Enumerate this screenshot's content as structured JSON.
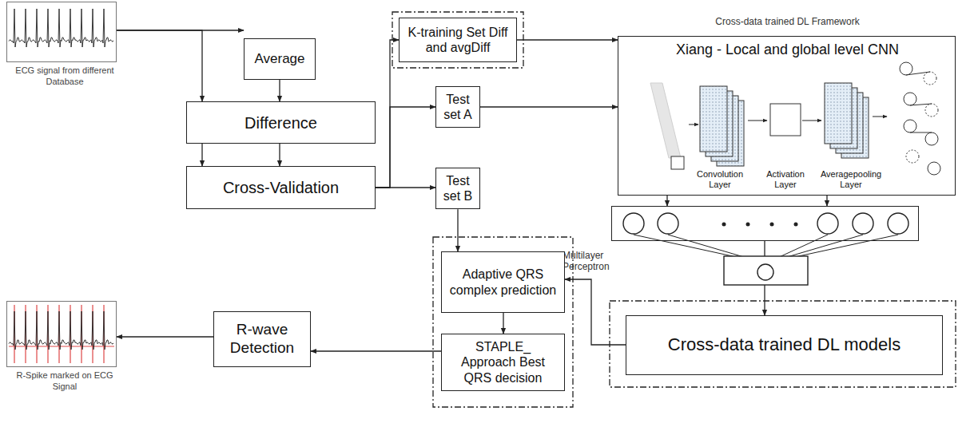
{
  "diagram": {
    "nodes": [
      {
        "text": [
          "ECG signal from different Database"
        ]
      },
      {
        "text": [
          "Average"
        ]
      },
      {
        "text": [
          "Difference"
        ]
      },
      {
        "text": [
          "Cross-Validation"
        ]
      },
      {
        "text": [
          "K-training Set Diff and avgDiff"
        ]
      },
      {
        "text": [
          "Test set A"
        ]
      },
      {
        "text": [
          "Test set B"
        ]
      },
      {
        "text": [
          "Cross-data trained DL Framework",
          "Xiang - Local and global level CNN",
          "Convolution Layer",
          "Activation Layer",
          "Averagepooling Layer"
        ]
      },
      {
        "text": [
          "Multilayer Perceptron"
        ]
      },
      {
        "text": [
          "Adaptive QRS complex prediction"
        ]
      },
      {
        "text": [
          "STAPLE_ Approach Best QRS decision"
        ]
      },
      {
        "text": [
          "Cross-data trained DL models"
        ]
      },
      {
        "text": [
          "R-wave Detection"
        ]
      },
      {
        "text": [
          "R-Spike marked on ECG Signal"
        ]
      }
    ],
    "edges": [
      {
        "from": 0,
        "to": 1,
        "arrow": "to"
      },
      {
        "from": 0,
        "to": 2,
        "arrow": "to"
      },
      {
        "from": 1,
        "to": 2,
        "arrow": "to"
      },
      {
        "from": 2,
        "to": 3,
        "arrow": "to"
      },
      {
        "from": 2,
        "to": 3,
        "arrow": "to"
      },
      {
        "from": 3,
        "to": 4,
        "arrow": "to"
      },
      {
        "from": 3,
        "to": 5,
        "arrow": "to"
      },
      {
        "from": 3,
        "to": 6,
        "arrow": "to"
      },
      {
        "from": 4,
        "to": 7,
        "arrow": "to"
      },
      {
        "from": 5,
        "to": 7,
        "arrow": "to"
      },
      {
        "from": 7,
        "to": 8,
        "arrow": "to"
      },
      {
        "from": 7,
        "to": 8,
        "arrow": "to"
      },
      {
        "from": 8,
        "to": 11,
        "arrow": "to"
      },
      {
        "from": 6,
        "to": 9,
        "arrow": "to"
      },
      {
        "from": 11,
        "to": 9,
        "arrow": "to"
      },
      {
        "from": 9,
        "to": 10,
        "arrow": "to"
      },
      {
        "from": 10,
        "to": 12,
        "arrow": "to"
      },
      {
        "from": 12,
        "to": 13,
        "arrow": "to"
      }
    ]
  }
}
